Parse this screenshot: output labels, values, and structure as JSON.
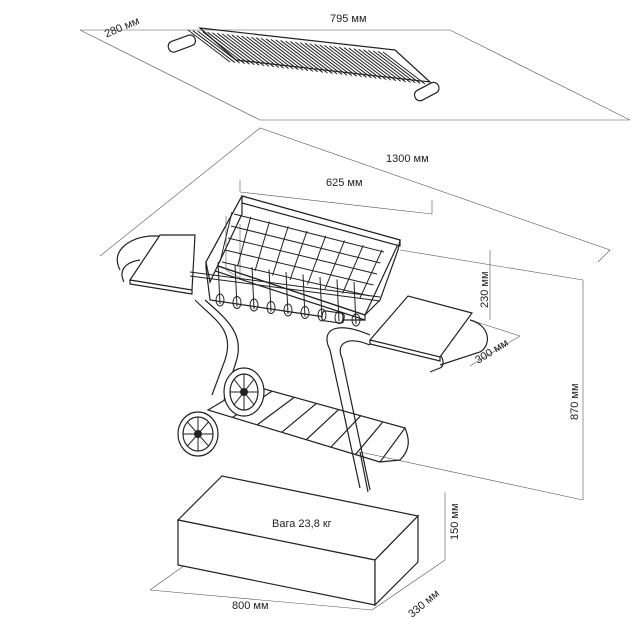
{
  "dimensions": {
    "grate_depth": "280 мм",
    "grate_length": "795 мм",
    "total_length": "1300 мм",
    "firebox_length": "625 мм",
    "firebox_height": "230 мм",
    "shelf_depth": "300 мм",
    "total_height": "870 мм",
    "box_height": "150 мм",
    "box_length": "800 мм",
    "box_depth": "330 мм"
  },
  "box": {
    "weight_label": "Вага 23,8 кг"
  }
}
